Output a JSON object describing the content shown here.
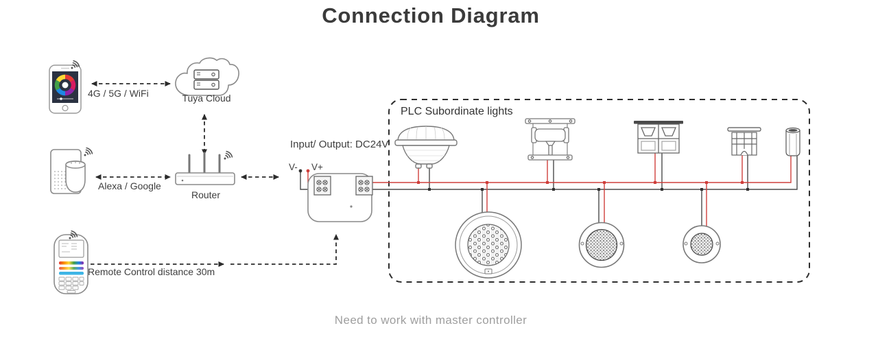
{
  "title": "Connection Diagram",
  "footer_note": "Need to work with master controller",
  "colors": {
    "wire_positive_red": "#cf3f3b",
    "wire_negative_dark": "#4a4a4a",
    "text_dark": "#3e3e3e",
    "text_muted": "#9e9e9e",
    "icon_outline": "#8a8a8a"
  },
  "cloud_link": {
    "connection_label": "4G / 5G / WiFi",
    "cloud_label": "Tuya Cloud"
  },
  "voice_link": {
    "connection_label": "Alexa / Google",
    "router_label": "Router"
  },
  "remote_link": {
    "label": "Remote Control distance 30m"
  },
  "controller": {
    "io_label": "Input/ Output: DC24V",
    "terminal_negative": "V-",
    "terminal_positive": "V+"
  },
  "plc_box": {
    "title": "PLC Subordinate lights",
    "light_icons": [
      "par56-pool-light",
      "inground-light",
      "flat-inground-light",
      "mini-grid-inground-light",
      "mini-cylinder-light",
      "wall-mounted-light-large",
      "wall-mounted-light-medium",
      "wall-mounted-light-small"
    ]
  }
}
